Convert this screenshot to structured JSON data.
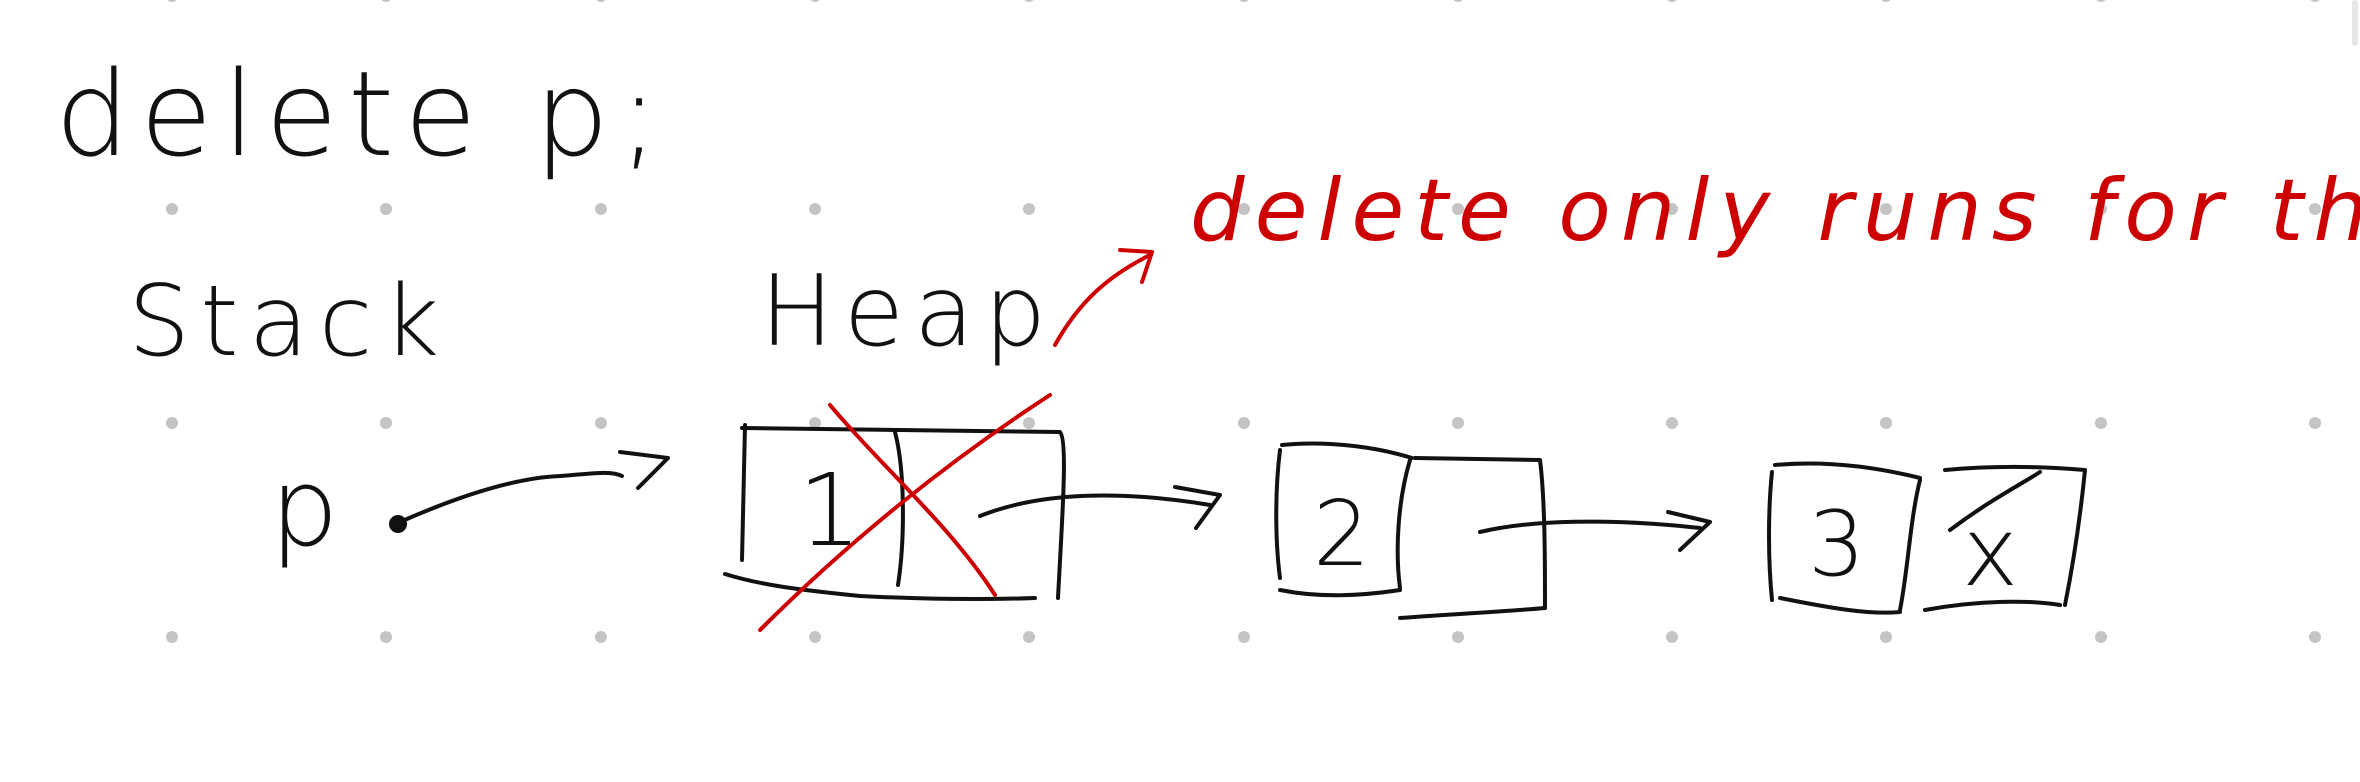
{
  "colors": {
    "ink": "#111111",
    "annotation": "#cc0000",
    "grid_dot": "#c4c4c4",
    "background": "#ffffff"
  },
  "heading": "delete p;",
  "labels": {
    "stack": "Stack",
    "heap": "Heap",
    "pointer": "p"
  },
  "annotation": "delete only runs for this!",
  "nodes": [
    {
      "value": "1",
      "next": "",
      "deleted": true
    },
    {
      "value": "2",
      "next": ""
    },
    {
      "value": "3",
      "next": "x"
    }
  ]
}
